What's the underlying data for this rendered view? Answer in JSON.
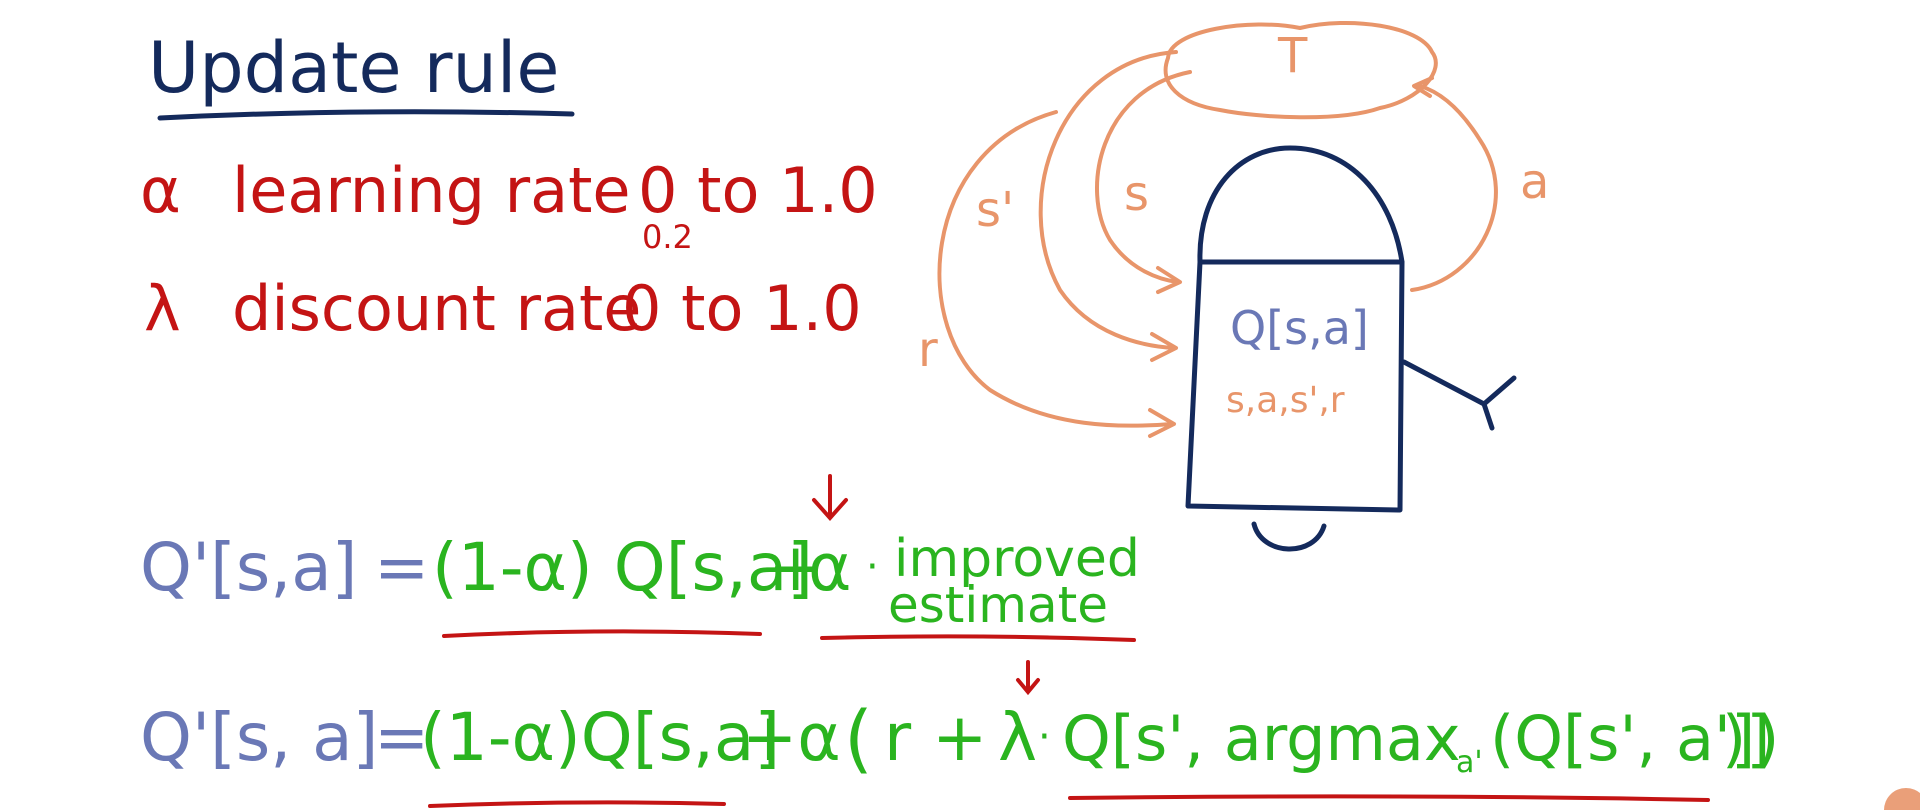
{
  "title": "Update rule",
  "params": {
    "alpha": {
      "symbol": "α",
      "name": "learning rate",
      "range": "0 to 1.0",
      "example": "0.2"
    },
    "gamma": {
      "symbol": "λ",
      "name": "discount rate",
      "range": "0 to 1.0"
    }
  },
  "diagram": {
    "environment_label": "T",
    "state_label": "s",
    "next_state_label": "s'",
    "reward_label": "r",
    "action_label": "a",
    "robot_table_label": "Q[s,a]",
    "robot_tuple_label": "s,a,s',r"
  },
  "equation1": {
    "lhs": "Q'[s,a]",
    "equals": "=",
    "term1": "(1-α) Q[s,a]",
    "plus": "+",
    "alpha": "α",
    "dot": "·",
    "improved": "improved",
    "estimate": "estimate"
  },
  "equation2": {
    "lhs": "Q'[s, a]",
    "equals": "=",
    "term1": "(1-α)Q[s,a]",
    "plus_alpha": "+α",
    "open": "(",
    "r_plus": "r +",
    "gamma": "λ",
    "dot": "·",
    "future": "Q[s', argmax",
    "subscript": "a'",
    "future_tail": "(Q[s', a'])",
    "close": ")]"
  },
  "colors": {
    "title": "#142a5c",
    "params": "#c41414",
    "q_lhs": "#6a78b6",
    "terms": "#2ab41f",
    "diagram": "#e8956a",
    "underline": "#c41414"
  }
}
